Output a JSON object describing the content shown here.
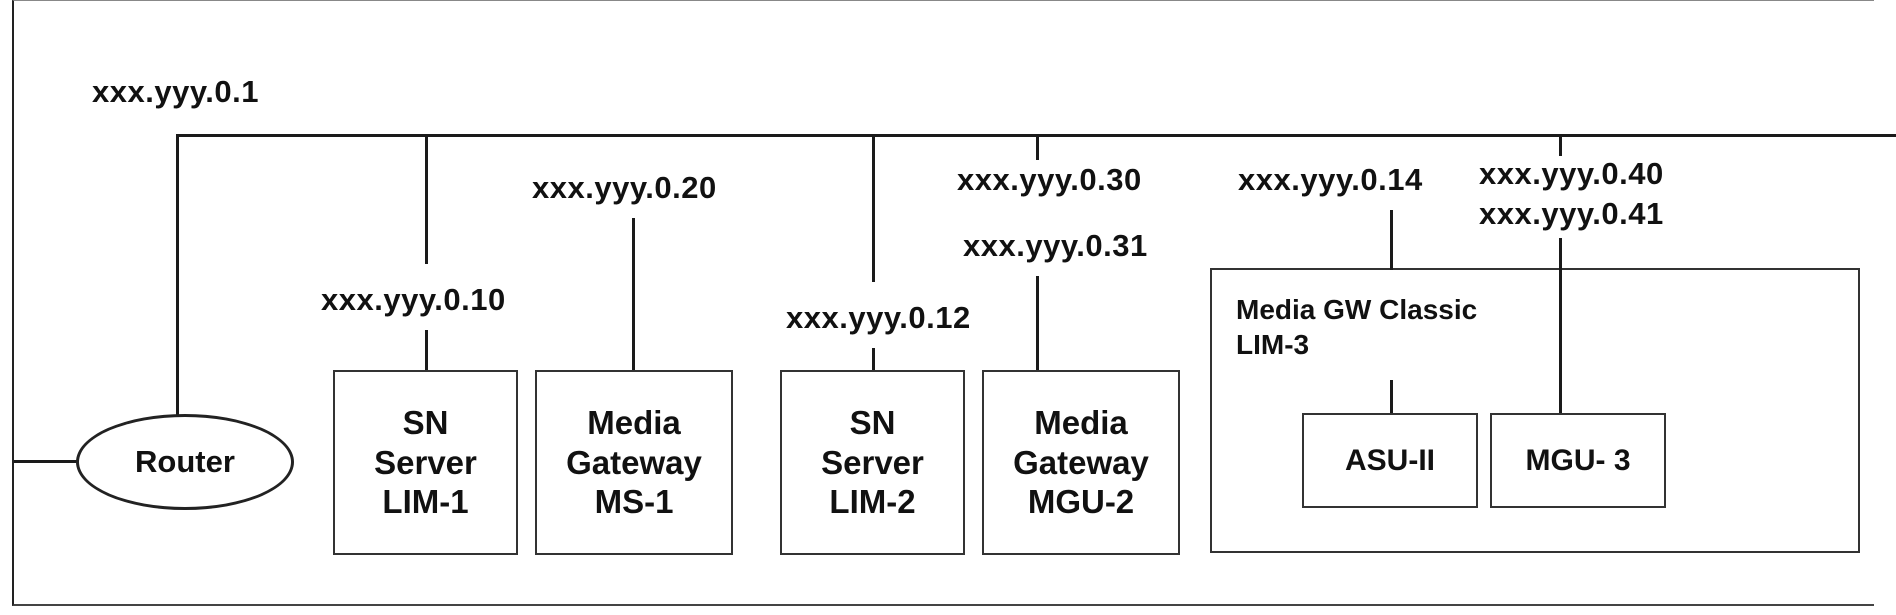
{
  "router": {
    "label": "Router",
    "ip": "xxx.yyy.0.1"
  },
  "nodes": [
    {
      "id": "sn-lim-1",
      "ips": [
        "xxx.yyy.0.10"
      ],
      "lines": [
        "SN",
        "Server",
        "LIM-1"
      ]
    },
    {
      "id": "mg-ms-1",
      "ips": [
        "xxx.yyy.0.20"
      ],
      "lines": [
        "Media",
        "Gateway",
        "MS-1"
      ]
    },
    {
      "id": "sn-lim-2",
      "ips": [
        "xxx.yyy.0.12"
      ],
      "lines": [
        "SN",
        "Server",
        "LIM-2"
      ]
    },
    {
      "id": "mg-mgu-2",
      "ips": [
        "xxx.yyy.0.30",
        "xxx.yyy.0.31"
      ],
      "lines": [
        "Media",
        "Gateway",
        "MGU-2"
      ]
    }
  ],
  "classic": {
    "title_lines": [
      "Media GW Classic",
      "LIM-3"
    ],
    "asu": {
      "label": "ASU-II",
      "ip": "xxx.yyy.0.14"
    },
    "mgu": {
      "label": "MGU- 3",
      "ips": [
        "xxx.yyy.0.40",
        "xxx.yyy.0.41"
      ]
    }
  }
}
